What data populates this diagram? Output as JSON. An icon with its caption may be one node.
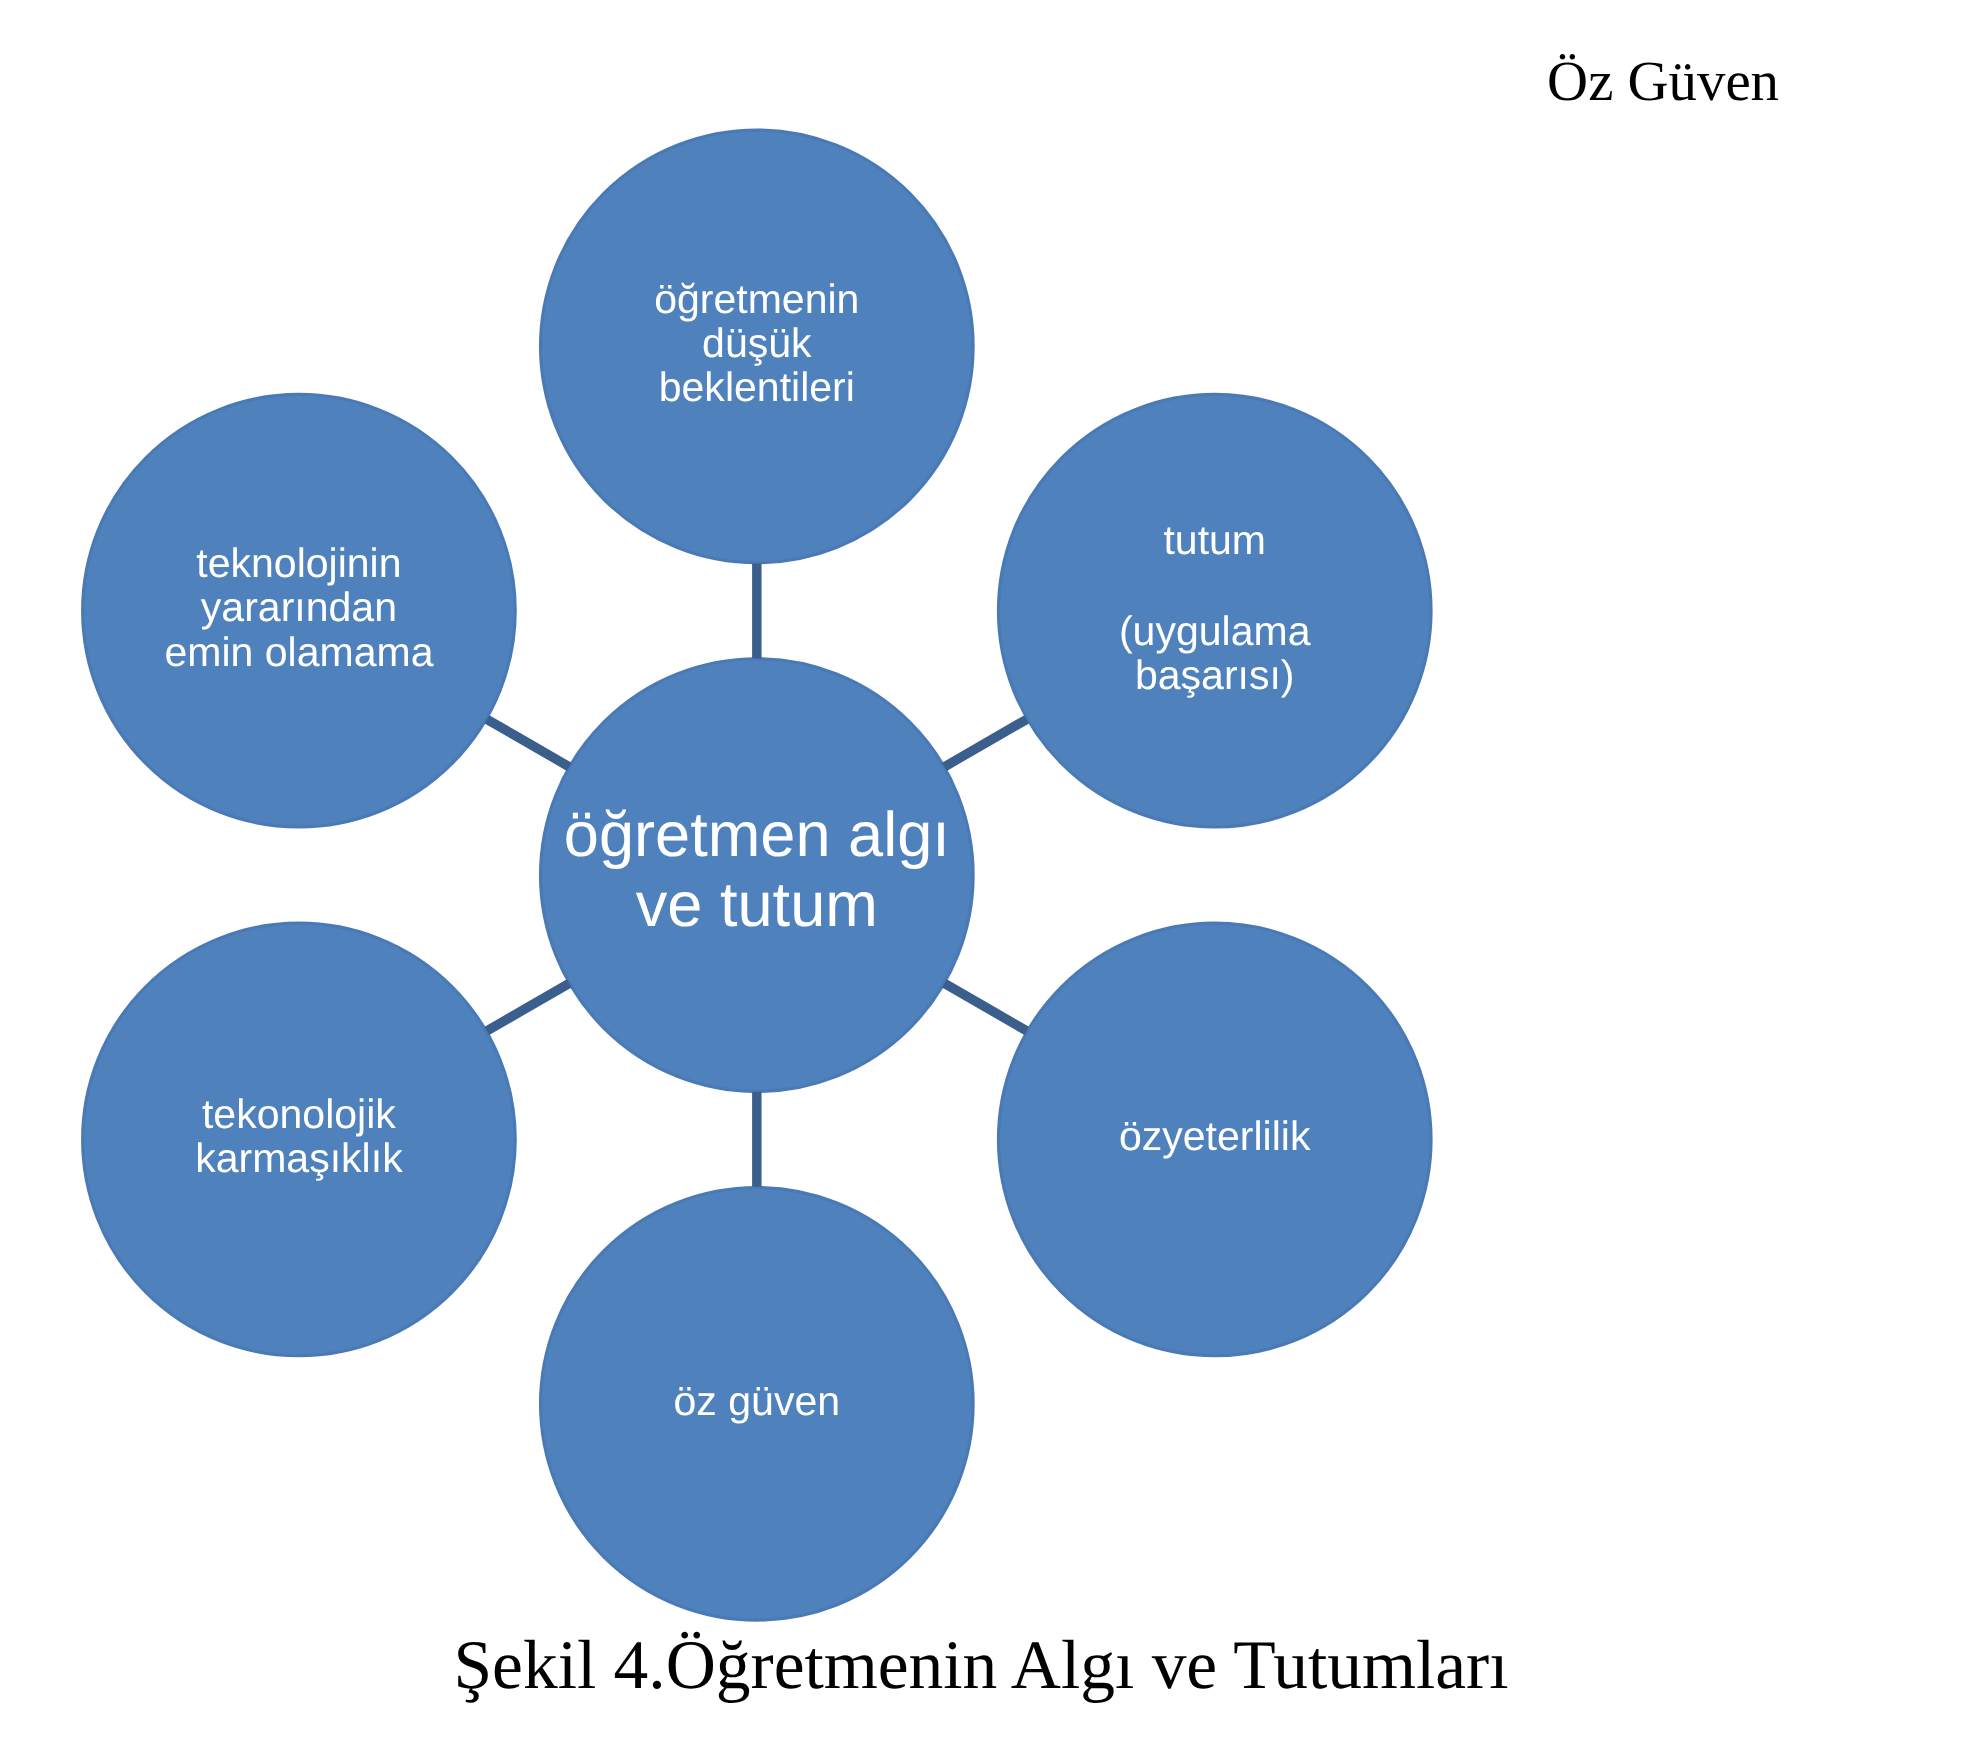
{
  "diagram": {
    "caption": "Şekil 4.Öğretmenin Algı ve Tutumları",
    "nodes": [
      {
        "text": [
          "öğretmen algı ve tutum"
        ]
      },
      {
        "text": [
          "tutum",
          "(uygulama başarısı)"
        ]
      },
      {
        "text": [
          "öğretmenin düşük beklentileri"
        ]
      },
      {
        "text": [
          "teknolojinin yararından emin olamama"
        ]
      },
      {
        "text": [
          "tekonolojik karmaşıklık"
        ]
      },
      {
        "text": [
          "öz güven"
        ]
      },
      {
        "text": [
          "özyeterlilik"
        ]
      }
    ],
    "edges": [
      {
        "from": 0,
        "to": 1,
        "arrow": "none"
      },
      {
        "from": 0,
        "to": 2,
        "arrow": "none"
      },
      {
        "from": 0,
        "to": 3,
        "arrow": "none"
      },
      {
        "from": 0,
        "to": 4,
        "arrow": "none"
      },
      {
        "from": 0,
        "to": 5,
        "arrow": "none"
      },
      {
        "from": 0,
        "to": 6,
        "arrow": "none"
      }
    ],
    "labels": [
      "Öz Güven"
    ]
  }
}
